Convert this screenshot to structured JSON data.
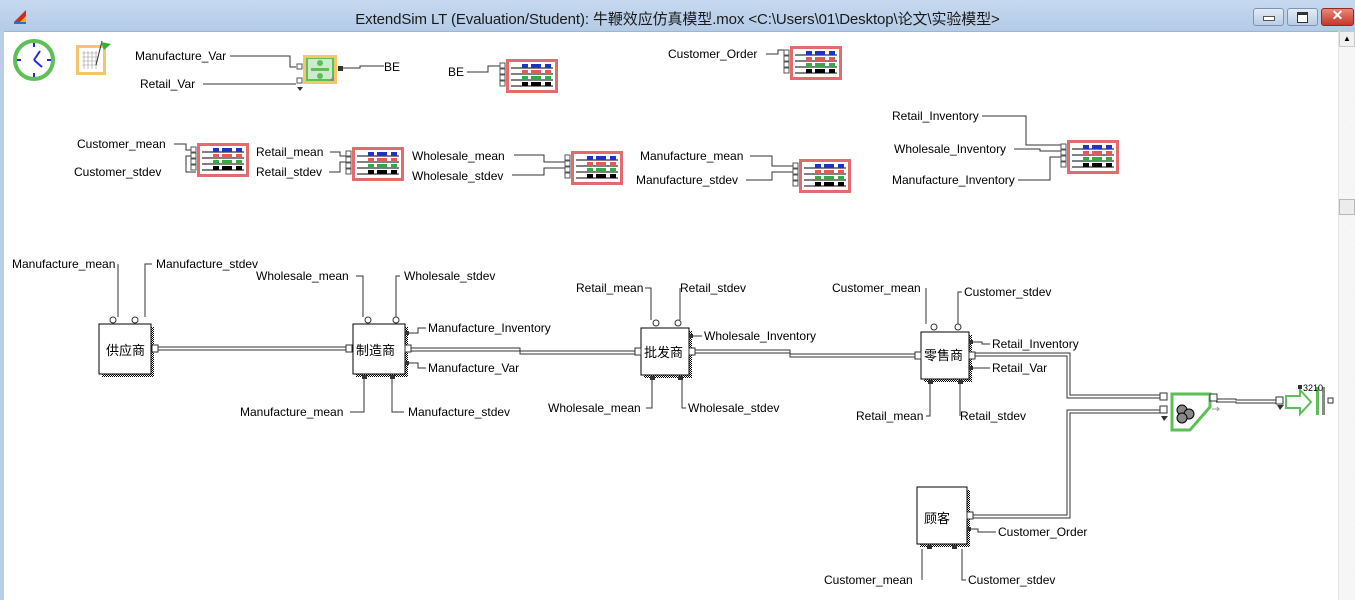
{
  "window": {
    "title": "ExtendSim LT (Evaluation/Student): 牛鞭效应仿真模型.mox    <C:\\Users\\01\\Desktop\\论文\\实验模型>",
    "controls": [
      "minimize",
      "maximize",
      "close"
    ]
  },
  "icons": {
    "app": "extendsim-app-icon",
    "executive": "clock-icon",
    "notebook": "notebook-flag-icon",
    "divide": "divide-block-icon",
    "plotter": "plotter-icon",
    "select": "select-merge-icon",
    "exit": "exit-icon"
  },
  "top_blocks": {
    "divide_inputs": [
      "Manufacture_Var",
      "Retail_Var"
    ],
    "divide_output": "BE",
    "plot_be_input": "BE",
    "plot_order_input": "Customer_Order"
  },
  "plotters": [
    {
      "inputs": [
        "Customer_mean",
        "Customer_stdev"
      ]
    },
    {
      "inputs": [
        "Retail_mean",
        "Retail_stdev"
      ]
    },
    {
      "inputs": [
        "Wholesale_mean",
        "Wholesale_stdev"
      ]
    },
    {
      "inputs": [
        "Manufacture_mean",
        "Manufacture_stdev"
      ]
    },
    {
      "inputs": [
        "Retail_Inventory",
        "Wholesale_Inventory",
        "Manufacture_Inventory"
      ]
    }
  ],
  "hblocks": {
    "supplier": {
      "label": "供应商",
      "top": [
        "Manufacture_mean",
        "Manufacture_stdev"
      ]
    },
    "manufacturer": {
      "label": "制造商",
      "top": [
        "Wholesale_mean",
        "Wholesale_stdev"
      ],
      "right": [
        "Manufacture_Inventory",
        "Manufacture_Var"
      ],
      "bottom": [
        "Manufacture_mean",
        "Manufacture_stdev"
      ]
    },
    "wholesaler": {
      "label": "批发商",
      "top": [
        "Retail_mean",
        "Retail_stdev"
      ],
      "right": [
        "Wholesale_Inventory"
      ],
      "bottom": [
        "Wholesale_mean",
        "Wholesale_stdev"
      ]
    },
    "retailer": {
      "label": "零售商",
      "top": [
        "Customer_mean",
        "Customer_stdev"
      ],
      "right": [
        "Retail_Inventory",
        "Retail_Var"
      ],
      "bottom": [
        "Retail_mean",
        "Retail_stdev"
      ]
    },
    "customer": {
      "label": "顾客",
      "right": [
        "Customer_Order"
      ],
      "bottom": [
        "Customer_mean",
        "Customer_stdev"
      ]
    }
  },
  "exit_count": "3210"
}
